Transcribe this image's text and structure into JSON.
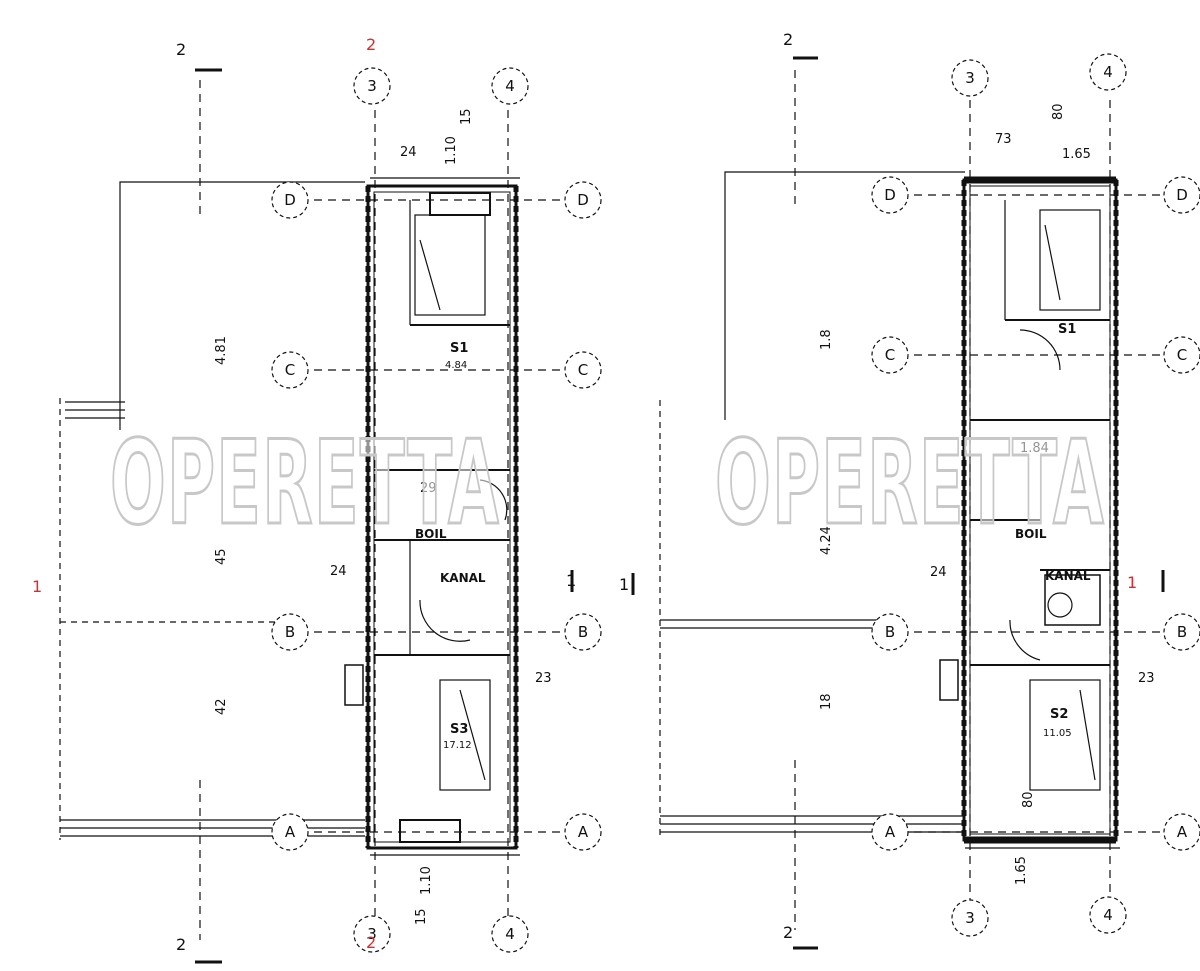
{
  "watermark": "OPERETTA",
  "left_plan": {
    "grid_marks": {
      "axis3_top": "3",
      "axis4_top": "4",
      "axis3_bottom": "3",
      "axis4_bottom": "4",
      "axisD_left": "D",
      "axisD_right": "D",
      "axisC_left": "C",
      "axisC_right": "C",
      "axisB_left": "B",
      "axisB_right": "B",
      "axisA_left": "A",
      "axisA_right": "A"
    },
    "section_marks": {
      "top_left": "2",
      "top_red": "2",
      "bottom_left": "2",
      "bottom_red": "2",
      "left_red": "1",
      "right": "1"
    },
    "dimensions": {
      "d_top_1": "24",
      "d_top_2": "1.10",
      "d_top_3": "15",
      "d_left_1": "4.81",
      "d_left_2": "45",
      "d_left_3": "42",
      "d_mid_1": "24",
      "d_mid_2": "29",
      "d_right_1": "23",
      "d_bottom_1": "1.10",
      "d_bottom_2": "15"
    },
    "rooms": {
      "room_upper_code": "S1",
      "room_upper_area": "4.84",
      "room_mid_1": "BOIL",
      "room_mid_2": "KANAL",
      "room_lower_code": "S3",
      "room_lower_area": "17.12"
    }
  },
  "right_plan": {
    "grid_marks": {
      "axis3_top": "3",
      "axis4_top": "4",
      "axis3_bottom": "3",
      "axis4_bottom": "4",
      "axisD_left": "D",
      "axisD_right": "D",
      "axisC_left": "C",
      "axisC_right": "C",
      "axisB_left": "B",
      "axisB_right": "B",
      "axisA_left": "A",
      "axisA_right": "A"
    },
    "section_marks": {
      "top_left": "2",
      "bottom_left": "2",
      "left": "1",
      "right_red": "1"
    },
    "dimensions": {
      "d_top_1": "73",
      "d_top_2": "1.65",
      "d_top_3": "80",
      "d_left_1": "1.8",
      "d_left_2": "4.24",
      "d_left_3": "18",
      "d_mid_1": "24",
      "d_mid_2": "1.84",
      "d_right_1": "23",
      "d_bottom_1": "80",
      "d_bottom_2": "1.65"
    },
    "rooms": {
      "room_upper_code": "S1",
      "room_mid_1": "BOIL",
      "room_mid_2": "KANAL",
      "room_lower_code": "S2",
      "room_lower_area": "11.05"
    }
  },
  "colors": {
    "line": "#111111",
    "accent": "#e8262a",
    "watermark": "#cfcfcf"
  }
}
